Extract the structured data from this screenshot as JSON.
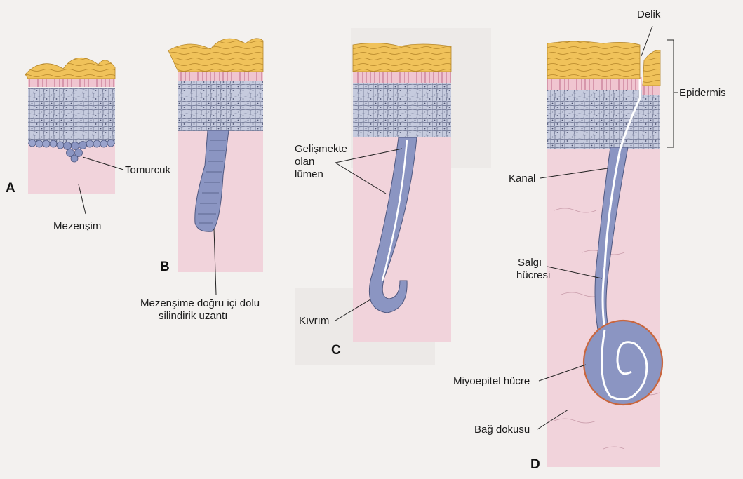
{
  "panels": {
    "a": {
      "letter": "A"
    },
    "b": {
      "letter": "B"
    },
    "c": {
      "letter": "C"
    },
    "d": {
      "letter": "D"
    }
  },
  "labels": {
    "tomurcuk": "Tomurcuk",
    "mezensim": "Mezenşim",
    "uzanti_line1": "Mezenşime doğru içi dolu",
    "uzanti_line2": "silindirik uzantı",
    "lumen_line1": "Gelişmekte",
    "lumen_line2": "olan",
    "lumen_line3": "lümen",
    "kivrim": "Kıvrım",
    "delik": "Delik",
    "epidermis": "Epidermis",
    "kanal": "Kanal",
    "salgi_line1": "Salgı",
    "salgi_line2": "hücresi",
    "miyoepitel": "Miyoepitel hücre",
    "bag_dokusu": "Bağ dokusu"
  },
  "colors": {
    "dermis": "#f1d3db",
    "epidermis_cells": "#c4c9dd",
    "keratin": "#e5b246",
    "pink_layer": "#d86f90",
    "basal_cells": "#9aa3cc",
    "myoepithelial": "#c9663e"
  }
}
